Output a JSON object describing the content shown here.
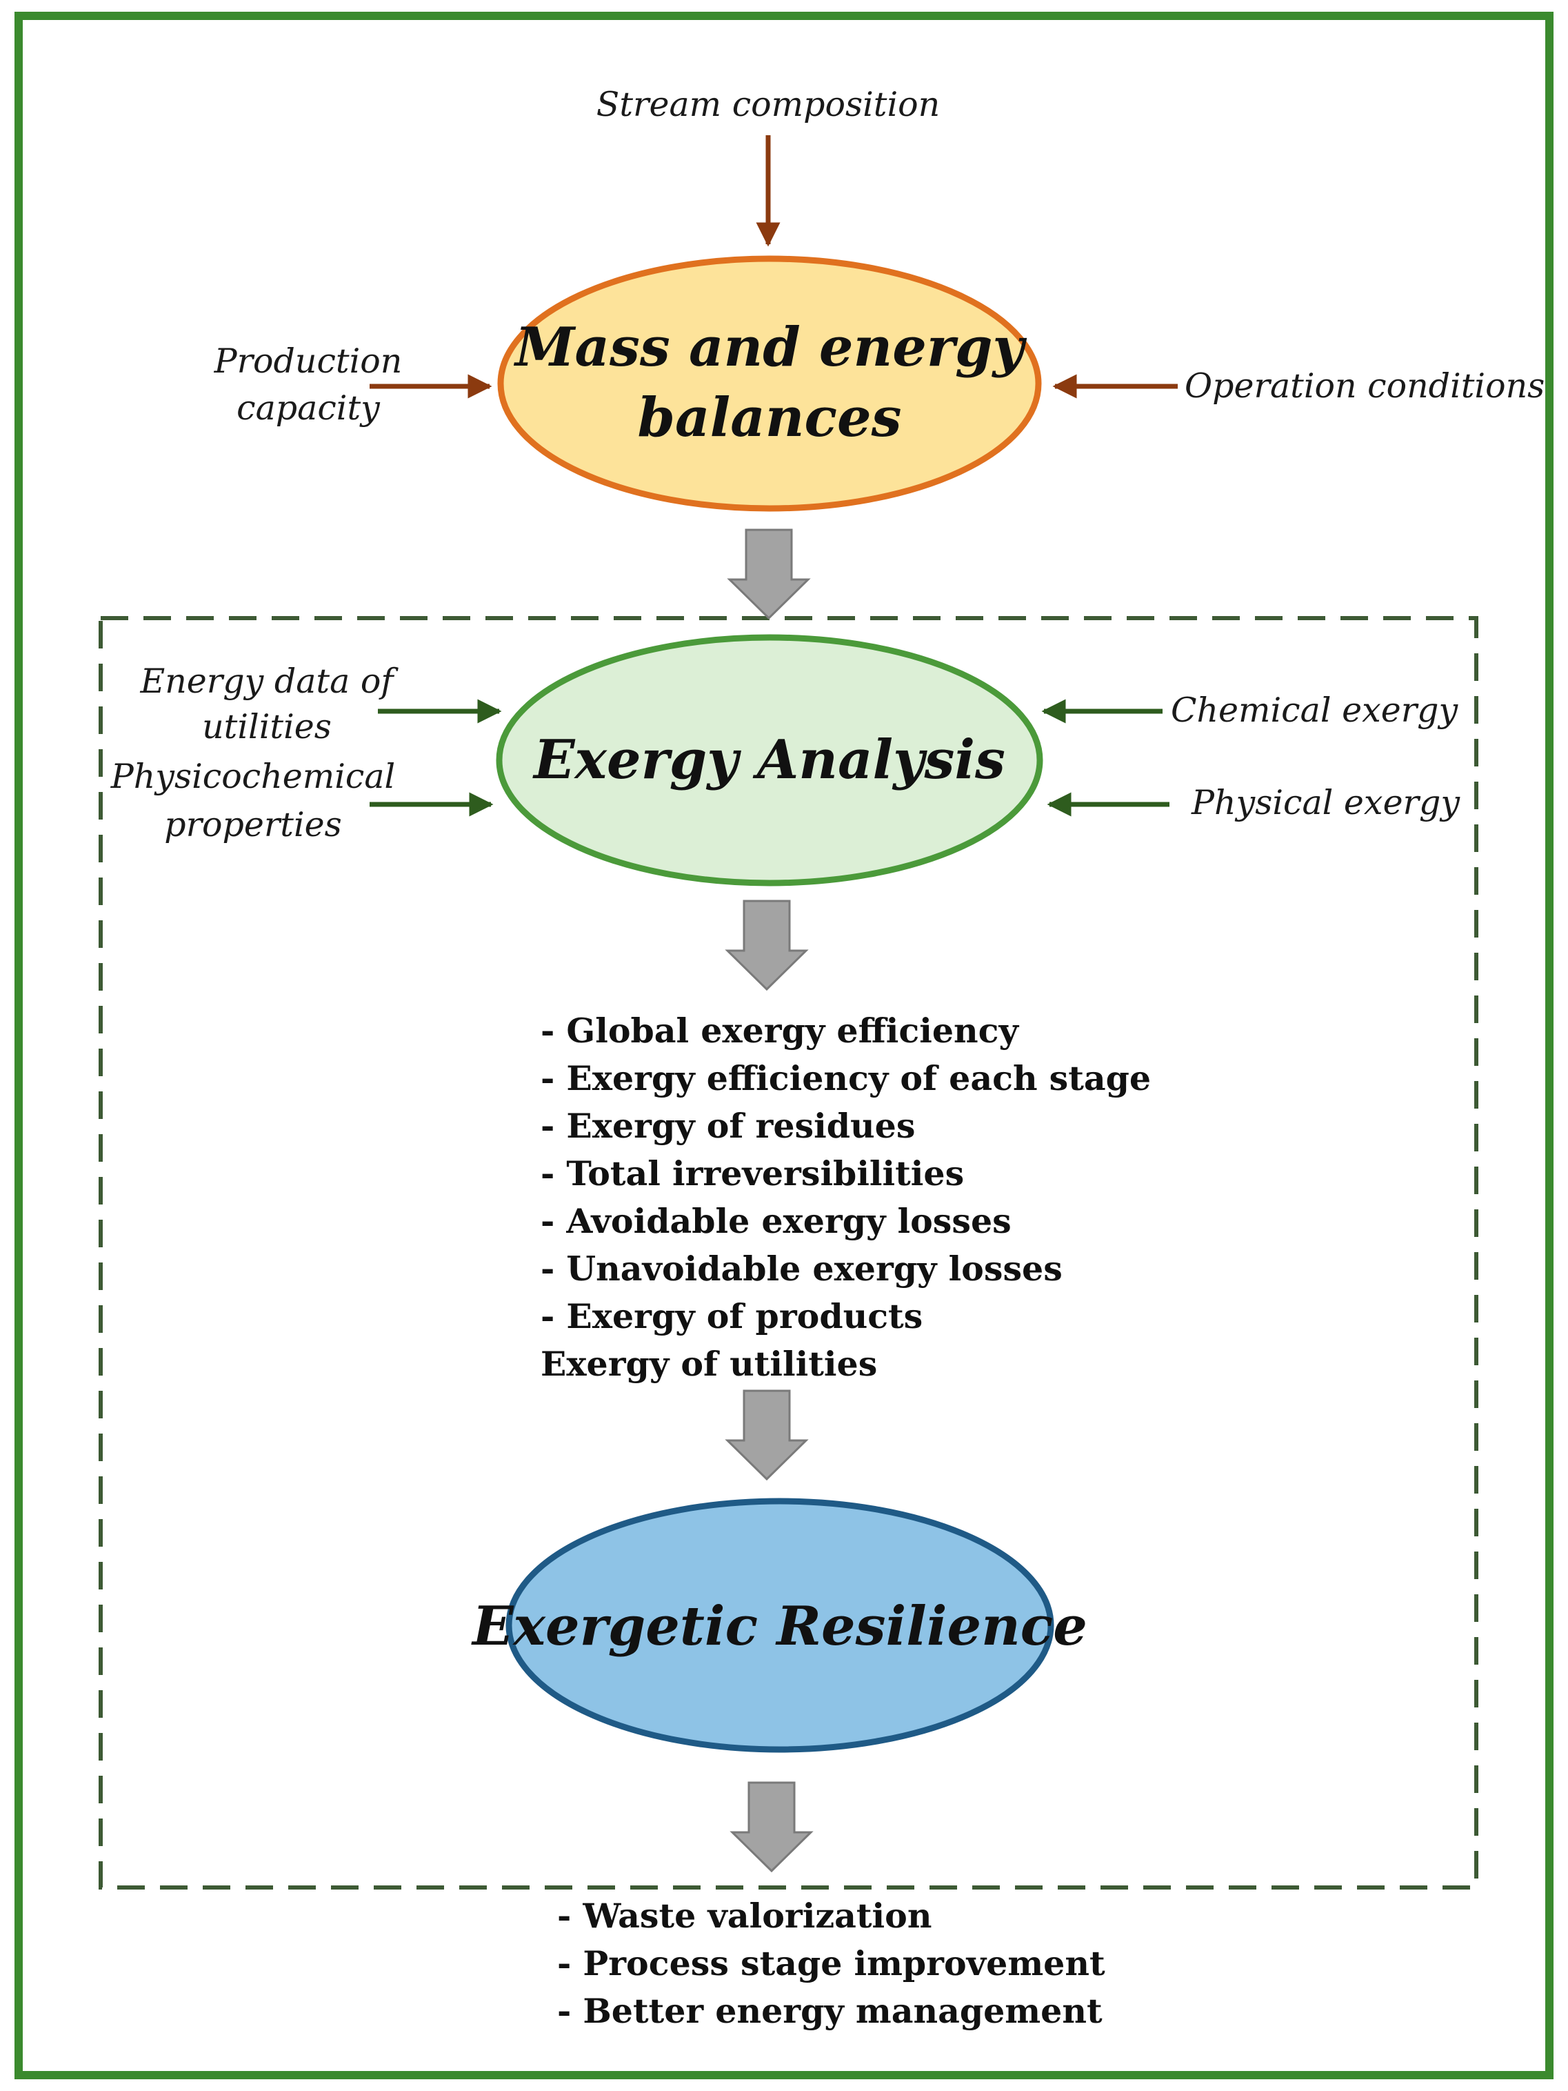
{
  "colors": {
    "frame": "#3b8a2e",
    "dashed_box": "#3d5a34",
    "brown_arrow": "#8b3a0f",
    "green_arrow": "#2e5c1e",
    "gray_arrow_fill": "#a3a3a3",
    "gray_arrow_stroke": "#7a7a7a",
    "mass_fill": "#fde39a",
    "mass_stroke": "#e0711f",
    "exergy_fill": "#dcefd6",
    "exergy_stroke": "#4b9a3a",
    "resilience_fill": "#8ec3e6",
    "resilience_stroke": "#1f5a86"
  },
  "mass_balance": {
    "title_line1": "Mass and energy",
    "title_line2": "balances",
    "inputs": {
      "stream_composition": "Stream composition",
      "production_capacity_line1": "Production",
      "production_capacity_line2": "capacity",
      "operation_conditions": "Operation conditions"
    }
  },
  "exergy_analysis": {
    "title": "Exergy Analysis",
    "inputs": {
      "energy_data_line1": "Energy data of",
      "energy_data_line2": "utilities",
      "physicochemical_line1": "Physicochemical",
      "physicochemical_line2": "properties",
      "chemical_exergy": "Chemical exergy",
      "physical_exergy": "Physical  exergy"
    },
    "outputs": [
      "- Global exergy efficiency",
      "- Exergy efficiency of each stage",
      "- Exergy of residues",
      "- Total irreversibilities",
      "- Avoidable exergy losses",
      "- Unavoidable exergy losses",
      "- Exergy of products",
      "Exergy of utilities"
    ]
  },
  "exergetic_resilience": {
    "title": "Exergetic Resilience",
    "outcomes": [
      "- Waste valorization",
      "- Process stage improvement",
      "- Better energy management"
    ]
  }
}
